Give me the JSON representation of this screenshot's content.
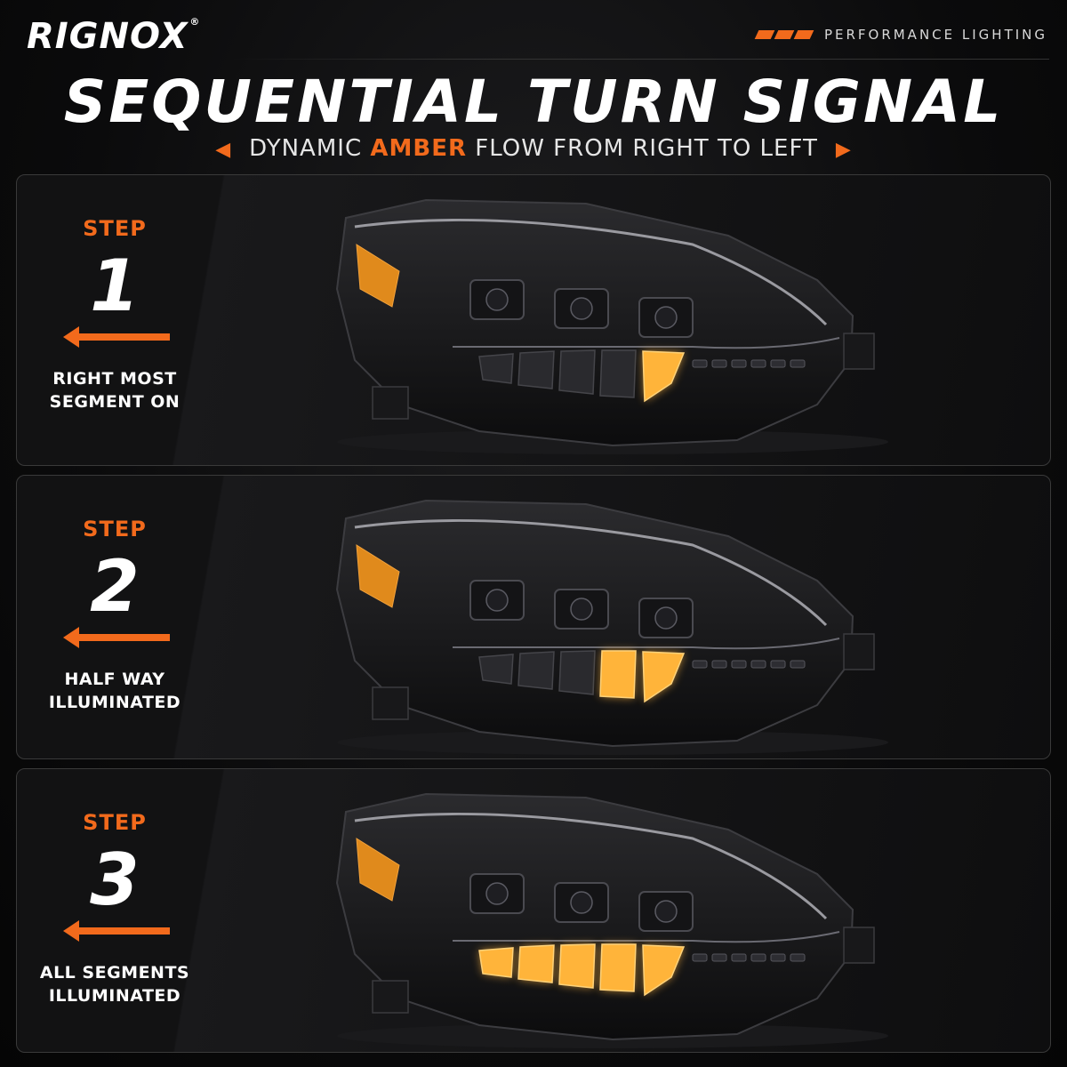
{
  "brand": {
    "name": "RIGNOX",
    "mark": "®",
    "tagline": "PERFORMANCE LIGHTING"
  },
  "title": "SEQUENTIAL TURN SIGNAL",
  "subtitle": {
    "prefix": "DYNAMIC ",
    "accent": "AMBER",
    "suffix": " FLOW FROM RIGHT TO LEFT"
  },
  "colors": {
    "accent": "#f26a1c",
    "amber": "#ffb43a",
    "background": "#0b0b0c"
  },
  "steps": [
    {
      "label": "STEP",
      "number": "1",
      "line1": "RIGHT MOST",
      "line2": "SEGMENT ON",
      "lit_segments": 1
    },
    {
      "label": "STEP",
      "number": "2",
      "line1": "HALF WAY",
      "line2": "ILLUMINATED",
      "lit_segments": 2
    },
    {
      "label": "STEP",
      "number": "3",
      "line1": "ALL SEGMENTS",
      "line2": "ILLUMINATED",
      "lit_segments": 5
    }
  ]
}
